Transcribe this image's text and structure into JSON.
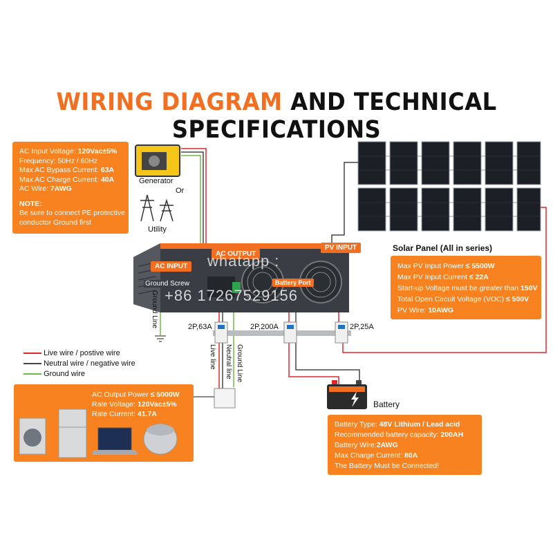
{
  "title": {
    "part1": "WIRING DIAGRAM",
    "part2": "AND TECHNICAL SPECIFICATIONS"
  },
  "ac_input_box": {
    "lines": [
      {
        "label": "AC Input Voltage: ",
        "value": "120Vac±5%"
      },
      {
        "label": "Frequency: ",
        "value": "50Hz / 60Hz"
      },
      {
        "label": "Max AC Bypass Current: ",
        "value": "63A"
      },
      {
        "label": "Max AC Charge Current: ",
        "value": "40A"
      },
      {
        "label": "AC Wire: ",
        "value": "7AWG"
      }
    ],
    "note_title": "NOTE:",
    "note_lines": [
      "Be sure to  connect PE protective",
      "conductor Ground first"
    ]
  },
  "sources": {
    "generator": "Generator",
    "or": "Or",
    "utility": "Utility"
  },
  "solar": {
    "title": "Solar Panel (All in series)",
    "lines": [
      {
        "label": "Max PV Input Power ",
        "value": "≤ 5500W"
      },
      {
        "label": "Max PV Input Current ",
        "value": "≤ 22A"
      },
      {
        "label": "Start-up Voltage must be greater than ",
        "value": "150V"
      },
      {
        "label": "Total Open Circuit Voltage (VOC) ",
        "value": "≤ 500V"
      },
      {
        "label": "PV Wire: ",
        "value": "10AWG"
      }
    ]
  },
  "inverter": {
    "ac_input": "AC INPUT",
    "ac_output": "AC OUTPUT",
    "pv_input": "PV INPUT",
    "battery_port": "Battery Port",
    "ground_screw": "Ground Screw",
    "ground_line": "Ground Line"
  },
  "breakers": {
    "b1": "2P,63A",
    "b2": "2P,200A",
    "b3": "2P,25A"
  },
  "wire_labels": {
    "live": "Live line",
    "neutral": "Neutral line",
    "ground": "Ground Line"
  },
  "legend": [
    {
      "label": "Live wire / postive wire",
      "color": "#e0262c"
    },
    {
      "label": "Neutral wire / negative wire",
      "color": "#444444"
    },
    {
      "label": "Ground wire",
      "color": "#6fba44"
    }
  ],
  "ac_output_box": {
    "lines": [
      {
        "label": "AC Output Power ",
        "value": "≤ 5000W"
      },
      {
        "label": "Rate Voltage: ",
        "value": "120Vac±5%"
      },
      {
        "label": "Rate Current: ",
        "value": "41.7A"
      }
    ]
  },
  "battery": {
    "label": "Battery",
    "lines": [
      {
        "label": "Battery Type: ",
        "value": "48V Lithium / Lead acid"
      },
      {
        "label": "Recommended battery capacity: ",
        "value": "200AH"
      },
      {
        "label": "Battery Wire:",
        "value": "2AWG"
      },
      {
        "label": "Max Charge Current: ",
        "value": "80A"
      },
      {
        "label": "The Battery Must be Connected!",
        "value": ""
      }
    ]
  },
  "watermark": {
    "line1": "whatapp :",
    "line2": "+86 17267529156"
  },
  "colors": {
    "accent": "#f7821f",
    "title_orange": "#f26f21",
    "live": "#e0262c",
    "neutral": "#444444",
    "ground": "#6fba44"
  }
}
